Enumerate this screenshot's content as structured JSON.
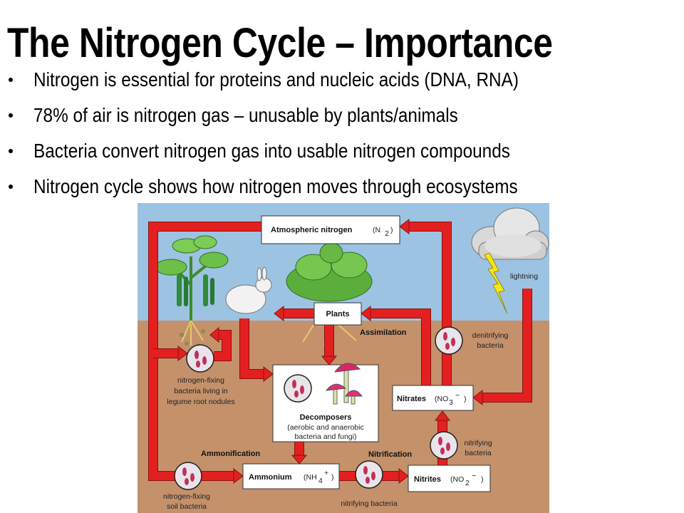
{
  "slide": {
    "title": "The Nitrogen Cycle – Importance",
    "bullets": [
      "Nitrogen is essential for proteins and nucleic acids (DNA, RNA)",
      "78% of air is nitrogen gas – unusable by plants/animals",
      "Bacteria convert nitrogen gas into usable nitrogen compounds",
      "Nitrogen cycle shows how nitrogen moves through ecosystems"
    ]
  },
  "diagram": {
    "atmospheric": {
      "label": "Atmospheric nitrogen",
      "formula": "(N",
      "sub": "2",
      "close": ")"
    },
    "plants": "Plants",
    "assimilation": "Assimilation",
    "denitrifying": [
      "denitrifying",
      "bacteria"
    ],
    "lightning": "lightning",
    "legume_bacteria": [
      "nitrogen-fixing",
      "bacteria living in",
      "legume root nodules"
    ],
    "decomposers": {
      "title": "Decomposers",
      "lines": [
        "(aerobic and anaerobic",
        "bacteria and fungi)"
      ]
    },
    "nitrates": {
      "label": "Nitrates",
      "formula": "(NO",
      "sub": "3",
      "sup": "−",
      "close": ")"
    },
    "nitrifying_upper": [
      "nitrifying",
      "bacteria"
    ],
    "ammonification": "Ammonification",
    "nitrification": "Nitrification",
    "ammonium": {
      "label": "Ammonium",
      "formula": "(NH",
      "sub": "4",
      "sup": "+",
      "close": ")"
    },
    "nitrites": {
      "label": "Nitrites",
      "formula": "(NO",
      "sub": "2",
      "sup": "−",
      "close": ")"
    },
    "nitrifying_lower": "nitrifying bacteria",
    "soil_bacteria": [
      "nitrogen-fixing",
      "soil bacteria"
    ],
    "colors": {
      "sky": "#9cc3e2",
      "soil": "#c4916b",
      "arrow": "#e3201f"
    }
  }
}
